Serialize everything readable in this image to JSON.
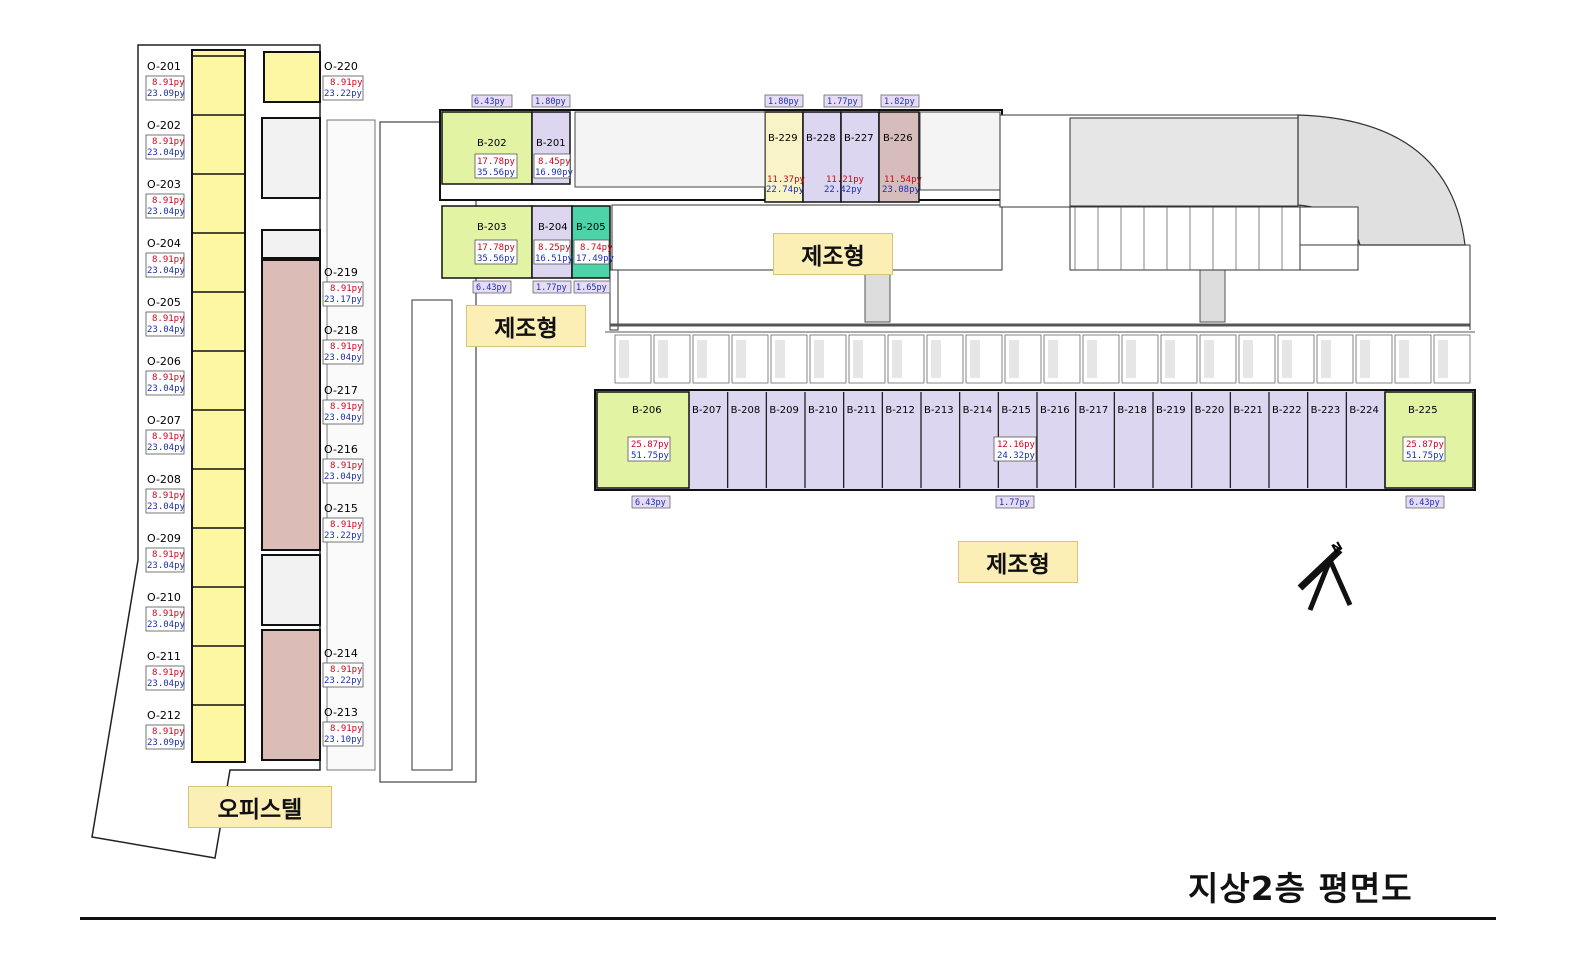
{
  "title": "지상2층 평면도",
  "zones": {
    "office": "오피스텔",
    "mfg_a": "제조형",
    "mfg_b": "제조형",
    "mfg_c": "제조형"
  },
  "office_left": [
    {
      "id": "O-201",
      "a": "8.91py",
      "b": "23.09py"
    },
    {
      "id": "O-202",
      "a": "8.91py",
      "b": "23.04py"
    },
    {
      "id": "O-203",
      "a": "8.91py",
      "b": "23.04py"
    },
    {
      "id": "O-204",
      "a": "8.91py",
      "b": "23.04py"
    },
    {
      "id": "O-205",
      "a": "8.91py",
      "b": "23.04py"
    },
    {
      "id": "O-206",
      "a": "8.91py",
      "b": "23.04py"
    },
    {
      "id": "O-207",
      "a": "8.91py",
      "b": "23.04py"
    },
    {
      "id": "O-208",
      "a": "8.91py",
      "b": "23.04py"
    },
    {
      "id": "O-209",
      "a": "8.91py",
      "b": "23.04py"
    },
    {
      "id": "O-210",
      "a": "8.91py",
      "b": "23.04py"
    },
    {
      "id": "O-211",
      "a": "8.91py",
      "b": "23.04py"
    },
    {
      "id": "O-212",
      "a": "8.91py",
      "b": "23.09py"
    }
  ],
  "office_right": [
    {
      "id": "O-220",
      "a": "8.91py",
      "b": "23.22py"
    },
    {
      "id": "O-219",
      "a": "8.91py",
      "b": "23.17py"
    },
    {
      "id": "O-218",
      "a": "8.91py",
      "b": "23.04py"
    },
    {
      "id": "O-217",
      "a": "8.91py",
      "b": "23.04py"
    },
    {
      "id": "O-216",
      "a": "8.91py",
      "b": "23.04py"
    },
    {
      "id": "O-215",
      "a": "8.91py",
      "b": "23.22py"
    },
    {
      "id": "O-214",
      "a": "8.91py",
      "b": "23.22py"
    },
    {
      "id": "O-213",
      "a": "8.91py",
      "b": "23.10py"
    }
  ],
  "b_units_top": [
    {
      "id": "B-202",
      "a": "17.78py",
      "b": "35.56py"
    },
    {
      "id": "B-201",
      "a": "8.45py",
      "b": "16.90py"
    },
    {
      "id": "B-203",
      "a": "17.78py",
      "b": "35.56py"
    },
    {
      "id": "B-204",
      "a": "8.25py",
      "b": "16.51py"
    },
    {
      "id": "B-205",
      "a": "8.74py",
      "b": "17.49py"
    },
    {
      "id": "B-229",
      "a": "11.37py",
      "b": "22.74py"
    },
    {
      "id": "B-228",
      "a": "11.21py",
      "b": "22.42py"
    },
    {
      "id": "B-227",
      "a": "",
      "b": ""
    },
    {
      "id": "B-226",
      "a": "11.54py",
      "b": "23.08py"
    }
  ],
  "b_row": {
    "first": {
      "id": "B-206",
      "a": "25.87py",
      "b": "51.75py"
    },
    "middle": [
      "B-207",
      "B-208",
      "B-209",
      "B-210",
      "B-211",
      "B-212",
      "B-213",
      "B-214",
      "B-215",
      "B-216",
      "B-217",
      "B-218",
      "B-219",
      "B-220",
      "B-221",
      "B-222",
      "B-223",
      "B-224"
    ],
    "middle_area": {
      "a": "12.16py",
      "b": "24.32py"
    },
    "last": {
      "id": "B-225",
      "a": "25.87py",
      "b": "51.75py"
    }
  },
  "width_labels": {
    "w_top1": "6.43py",
    "w_top2": "1.80py",
    "w_top3": "1.80py",
    "w_top4": "1.77py",
    "w_top5": "1.82py",
    "w_mid1": "6.43py",
    "w_mid2": "1.77py",
    "w_mid3": "1.65py",
    "w_bot1": "6.43py",
    "w_bot2": "1.77py",
    "w_bot3": "6.43py"
  },
  "colors": {
    "office_unit": "#fdf7a3",
    "office_right": "#dcbcb6",
    "b_large": "#e3f3a4",
    "b_small": "#dcd6f0",
    "b_teal": "#4ed3a8",
    "b_yellow": "#f8f4c8",
    "b_rose": "#d7bcbc"
  }
}
